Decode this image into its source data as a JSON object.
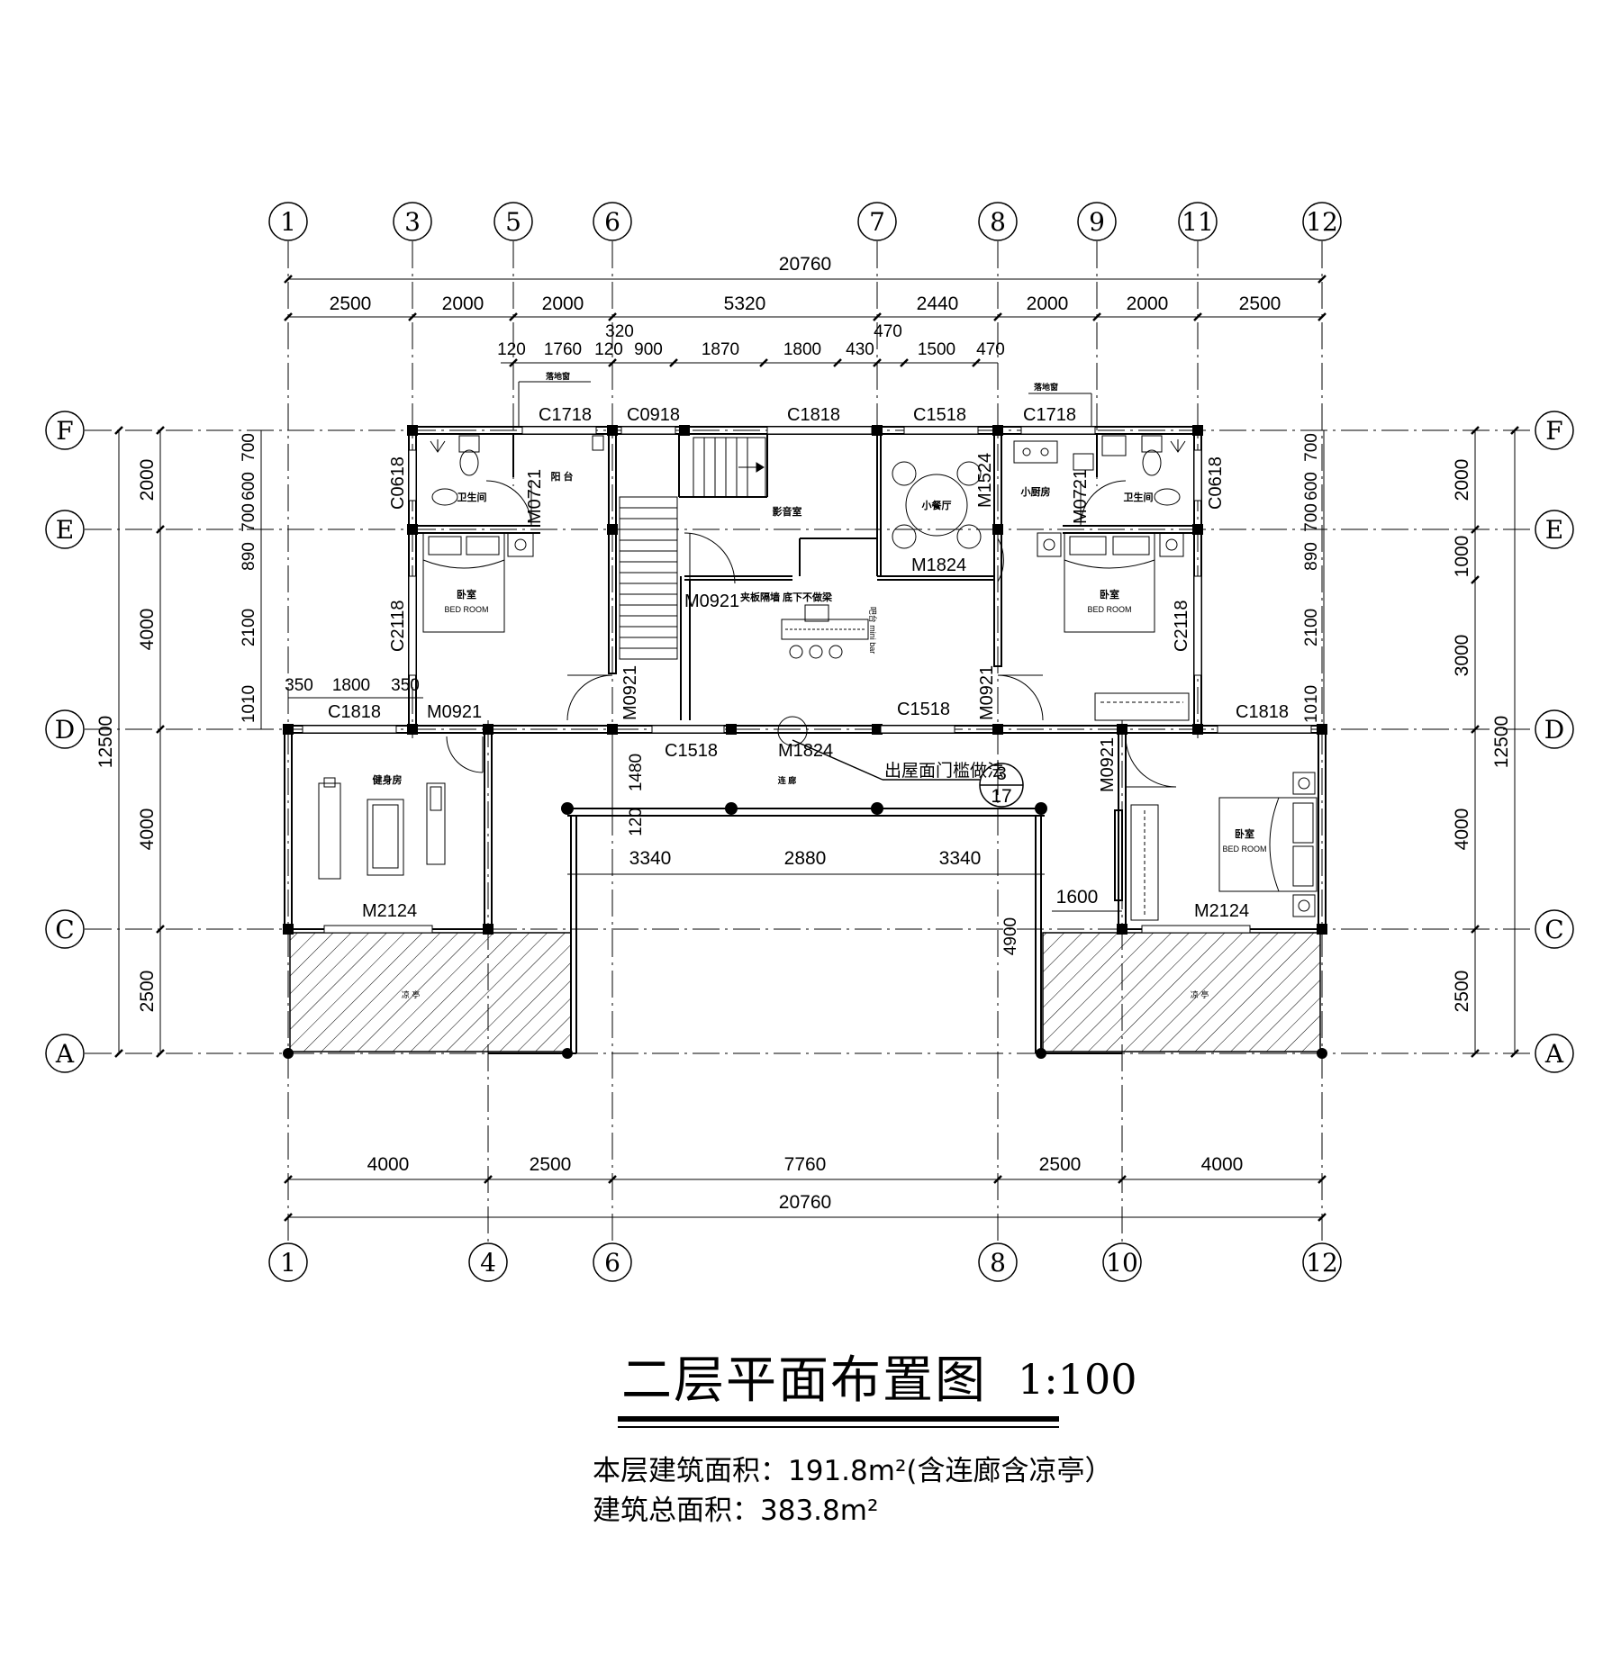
{
  "drawing": {
    "title": "二层平面布置图",
    "scale": "1:100",
    "floor_area": "本层建筑面积：191.8m²(含连廊含凉亭）",
    "total_area": "建筑总面积：383.8m²"
  },
  "axes": {
    "top": [
      "1",
      "3",
      "5",
      "6",
      "7",
      "8",
      "9",
      "11",
      "12"
    ],
    "bottom": [
      "1",
      "4",
      "6",
      "8",
      "10",
      "12"
    ],
    "rows": [
      "F",
      "E",
      "D",
      "C",
      "A"
    ]
  },
  "dimensions": {
    "top_total": "20760",
    "top_row": [
      "2500",
      "2000",
      "2000",
      "5320",
      "2440",
      "2000",
      "2000",
      "2500"
    ],
    "top_detail": [
      "120",
      "1760",
      "120",
      "320",
      "900",
      "1870",
      "1800",
      "430",
      "470",
      "1500",
      "470"
    ],
    "bottom_row": [
      "4000",
      "2500",
      "7760",
      "2500",
      "4000"
    ],
    "bottom_total": "20760",
    "left_total": "12500",
    "left_outer": [
      "2000",
      "4000",
      "4000",
      "2500"
    ],
    "left_inner": [
      "700",
      "600",
      "700",
      "890",
      "2100",
      "1010"
    ],
    "right_total": "12500",
    "right_outer": [
      "2000",
      "1000",
      "3000",
      "4000",
      "2500"
    ],
    "right_inner": [
      "700",
      "600",
      "700",
      "890",
      "2100",
      "1010"
    ],
    "left_window_split": [
      "350",
      "1800",
      "350"
    ],
    "corridor": [
      "1480",
      "120",
      "3340",
      "2880",
      "3340"
    ],
    "right_misc": [
      "1600",
      "4900"
    ]
  },
  "openings": {
    "top": [
      "C1718",
      "C0918",
      "C1818",
      "C1518",
      "C1718"
    ],
    "floor_windows": [
      "落地窗",
      "落地窗"
    ],
    "side": [
      "C0618",
      "C0618",
      "C2118",
      "C2118"
    ],
    "doors": [
      "M0721",
      "M0721",
      "M1824",
      "M1524",
      "M0921",
      "M0921",
      "M0921",
      "M0921",
      "M1824",
      "M2124",
      "M2124"
    ],
    "d_line": [
      "C1818",
      "C1518",
      "C1518",
      "C1818"
    ],
    "partition_note": "夹板隔墙 底下不做梁",
    "threshold_note": "出屋面门槛做法",
    "detail_ref": [
      "3",
      "17"
    ]
  },
  "rooms": {
    "balcony": "阳 台",
    "theater": "影音室",
    "small_dining": "小餐厅",
    "small_kitchen": "小厨房",
    "bathroom_left": "卫生间",
    "bathroom_right": "卫生间",
    "bedroom": "卧室",
    "bedroom_en": "BED   ROOM",
    "gym": "健身房",
    "corridor": "连 廊",
    "pavilion": "凉 亭",
    "bar_label": "吧台 mini bar"
  }
}
